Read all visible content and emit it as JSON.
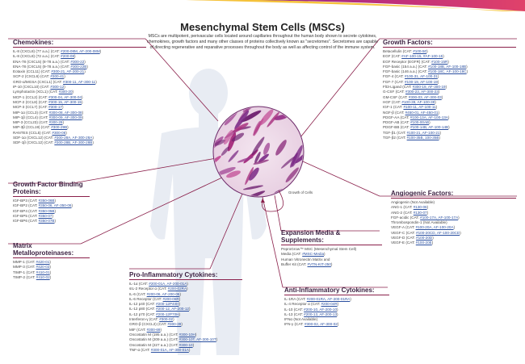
{
  "colors": {
    "accent": "#8a1f4a",
    "banner_yellow": "#f5c23a",
    "banner_purple": "#8b2a8f",
    "link": "#2a4fa0"
  },
  "title": "Mesenchymal Stem Cells (MSCs)",
  "intro": "MSCs are multipotent, perivascular cells located around capillaries throughout the human body shown to secrete cytokines, chemokines, growth factors and many other classes of proteins collectively known as \"secretomes\". Secretomes are capable of directing regenerative and reparative processes throughout the body as well as affecting control of the immune system.",
  "figure_label": "Growth of Cells",
  "sections": {
    "chemokines": {
      "title": "Chemokines:",
      "items": [
        {
          "name": "IL-8 (CXCL8) (77 a.a.) (CAT:",
          "cat": "#200-08M, AF-200-08M"
        },
        {
          "name": "IL-8 (CXCL8) (72 a.a.) (CAT:",
          "cat": "#200-08"
        },
        {
          "name": "ENA-78 (CXCL5) (8-78 a.a.) (CAT:",
          "cat": "#300-22"
        },
        {
          "name": "ENA-78 (CXCL5) (9-78 a.a.) (CAT:",
          "cat": "#300-22B"
        },
        {
          "name": "Eotaxin (CCL11) (CAT:",
          "cat": "#300-21, AF-300-21"
        },
        {
          "name": "SCP-2 (CXCL6) (CAT:",
          "cat": "#300-41"
        },
        {
          "name": "GRO-α/MGSA (CXCL1) (CAT:",
          "cat": "#300-11, AF-300-11"
        },
        {
          "name": "IP-10 (CXCL10) (CAT:",
          "cat": "#300-12"
        },
        {
          "name": "Lymphotactin (XCL1) (CAT:",
          "cat": "#300-20"
        },
        {
          "name": "MCP-1 (CCL2) (CAT:",
          "cat": "#300-04, AF-300-04"
        },
        {
          "name": "MCP-2 (CCL8) (CAT:",
          "cat": "#300-15, AF-300-15"
        },
        {
          "name": "MCP-3 (CCL7) (CAT:",
          "cat": "#300-17"
        },
        {
          "name": "MIP-1α (CCL3) (CAT:",
          "cat": "#300-08, AF-300-08"
        },
        {
          "name": "MIP-1β (CCL4) (CAT:",
          "cat": "#300-09, AF-300-09"
        },
        {
          "name": "MIP-3 (CCL23) (CAT:",
          "cat": "#300-29"
        },
        {
          "name": "MIP-3β (CCL19) (CAT:",
          "cat": "#300-29B"
        },
        {
          "name": "RANTES (CCL5) (CAT:",
          "cat": "#300-06"
        },
        {
          "name": "SDF-1α (CXCL12) (CAT:",
          "cat": "#300-28A, AF-300-28A"
        },
        {
          "name": "SDF-1β (CXCL12) (CAT:",
          "cat": "#300-28B, AF-300-28B"
        }
      ]
    },
    "gfbp": {
      "title": "Growth Factor Binding Proteins:",
      "items": [
        {
          "name": "IGF-BP3 (CAT:",
          "cat": "#350-06B"
        },
        {
          "name": "IGF-BP2 (CAT:",
          "cat": "#350-06, AF-350-06"
        },
        {
          "name": "IGF-BP4 (CAT:",
          "cat": "#350-05B"
        },
        {
          "name": "IGF-BP5 (CAT:",
          "cat": "#350-07"
        },
        {
          "name": "IGF-BP6 (CAT:",
          "cat": "#350-07B"
        }
      ]
    },
    "matrix": {
      "title": "Matrix Metalloproteinases:",
      "items": [
        {
          "name": "MMP-1 (CAT:",
          "cat": "#420-01"
        },
        {
          "name": "MMP-3 (CAT:",
          "cat": "#420-03"
        },
        {
          "name": "TIMP-1 (CAT:",
          "cat": "#410-01"
        },
        {
          "name": "TIMP-2 (CAT:",
          "cat": "#410-02"
        }
      ]
    },
    "proinflam": {
      "title": "Pro-Inflammatory Cytokines:",
      "items": [
        {
          "name": "IL-1α (CAT:",
          "cat": "#200-01A, AF-200-01A"
        },
        {
          "name": "sIL-2 Receptor α (CAT:",
          "cat": "#200-02RA"
        },
        {
          "name": "IL-6 (CAT:",
          "cat": "#200-06, AF-200-06"
        },
        {
          "name": "IL-6 Receptor (CAT:",
          "cat": "#200-06R"
        },
        {
          "name": "IL-12 p40 (CAT:",
          "cat": "#200-12P40H"
        },
        {
          "name": "IL-12 p80 (CAT:",
          "cat": "#200-12, AF-200-12"
        },
        {
          "name": "IL-12 p70 (CAT:",
          "cat": "#200-12P70H"
        },
        {
          "name": "Interferon-γ (CAT:",
          "cat": "#300-02"
        },
        {
          "name": "GRO-β (CXCL2) (CAT:",
          "cat": "#300-39"
        },
        {
          "name": "MIF (CAT:",
          "cat": "#300-69"
        },
        {
          "name": "Oncostatin M (195 a.a.) (CAT:",
          "cat": "#300-10H"
        },
        {
          "name": "Oncostatin M (209 a.a.) (CAT:",
          "cat": "#300-10T, AF-300-10T"
        },
        {
          "name": "Oncostatin M (227 a.a.) (CAT:",
          "cat": "#300-10"
        },
        {
          "name": "TNF-α (CAT:",
          "cat": "#300-01A, AF-300-01A"
        }
      ]
    },
    "growth": {
      "title": "Growth Factors:",
      "items": [
        {
          "name": "Betacellulin (CAT:",
          "cat": "#100-50"
        },
        {
          "name": "EGF (CAT:",
          "cat": "#AF-100-15, #AF-100-15"
        },
        {
          "name": "EGF Receptor (EGFR) (CAT:",
          "cat": "#100-15R"
        },
        {
          "name": "FGF-basic (154 a.a.) (CAT:",
          "cat": "#100-18B, AF-100-18B"
        },
        {
          "name": "FGF-basic (146 a.a.) (CAT:",
          "cat": "#100-18C, AF-100-18C"
        },
        {
          "name": "FGF-4 (CAT:",
          "cat": "#100-31, AF-100-31"
        },
        {
          "name": "FGF-7 (CAT:",
          "cat": "#100-19, AF-100-19"
        },
        {
          "name": "Flt3-Ligand (CAT:",
          "cat": "#300-19, AF-300-19"
        },
        {
          "name": "G-CSF (CAT:",
          "cat": "#300-23, AF-300-23"
        },
        {
          "name": "GM-CSF (CAT:",
          "cat": "#300-03, AF-300-03"
        },
        {
          "name": "HGF (CAT:",
          "cat": "#100-39, AF-100-39"
        },
        {
          "name": "IGF-1 (CAT:",
          "cat": "#100-11, AF-100-11"
        },
        {
          "name": "NGF-β (CAT:",
          "cat": "#450-01, AF-450-01"
        },
        {
          "name": "PDGF-AA (CAT:",
          "cat": "#100-13A, AF-100-13A"
        },
        {
          "name": "PDGF-AB (CAT:",
          "cat": "#100-00AB"
        },
        {
          "name": "PDGF-BB (CAT:",
          "cat": "#100-14B, AF-100-14B"
        },
        {
          "name": "TGF-β1 (CAT:",
          "cat": "#100-21, AF-100-21"
        },
        {
          "name": "TGF-β2 (CAT:",
          "cat": "#100-35B, 100-35B"
        }
      ]
    },
    "angiogenic": {
      "title": "Angiogenic Factors:",
      "items": [
        {
          "name": "Angiogenin (Not Available)",
          "cat": ""
        },
        {
          "name": "ANG-1 (CAT:",
          "cat": "#130-06"
        },
        {
          "name": "ANG-2 (CAT:",
          "cat": "#130-07"
        },
        {
          "name": "FGF-acidic (CAT:",
          "cat": "#100-17A, AF-100-17A"
        },
        {
          "name": "Thrombospondin-1 (Not Available)",
          "cat": ""
        },
        {
          "name": "VEGF-A (CAT:",
          "cat": "#100-20A, AF-100-20A"
        },
        {
          "name": "VEGF-C (CAT:",
          "cat": "#100-20CD, AF-100-20CD"
        },
        {
          "name": "VEGF-D (CAT:",
          "cat": "#100-20D"
        },
        {
          "name": "VEGF-E (CAT:",
          "cat": "#100-20E"
        }
      ]
    },
    "expansion": {
      "title": "Expansion Media & Supplements:",
      "items": [
        {
          "name": "PeproGrow™ MSC (Mesenchymal Stem Cell)",
          "cat": ""
        },
        {
          "name": "Media (CAT:",
          "cat": "#MSC-Media"
        },
        {
          "name": "Human Vitronectin Matrix and",
          "cat": ""
        },
        {
          "name": "Buffer Kit (CAT:",
          "cat": "#VTN-KIT-250"
        }
      ]
    },
    "antiinflam": {
      "title": "Anti-Inflammatory Cytokines:",
      "items": [
        {
          "name": "IL-1RA (CAT:",
          "cat": "#200-01RA, AF-200-01RA"
        },
        {
          "name": "IL-4 Receptor α (CAT:",
          "cat": "#200-04R"
        },
        {
          "name": "IL-10 (CAT:",
          "cat": "#200-10, AF-200-10"
        },
        {
          "name": "IL-13 (CAT:",
          "cat": "#200-13, AF-200-13"
        },
        {
          "name": "IFNα (Not Available)",
          "cat": ""
        },
        {
          "name": "IFN-γ (CAT:",
          "cat": "#300-02, AF-300-02"
        }
      ]
    }
  }
}
